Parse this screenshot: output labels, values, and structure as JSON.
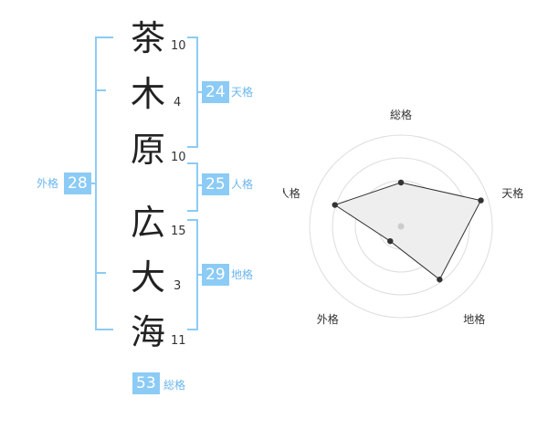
{
  "name": {
    "characters": [
      {
        "char": "茶",
        "strokes": "10"
      },
      {
        "char": "木",
        "strokes": "4"
      },
      {
        "char": "原",
        "strokes": "10"
      },
      {
        "char": "広",
        "strokes": "15"
      },
      {
        "char": "大",
        "strokes": "3"
      },
      {
        "char": "海",
        "strokes": "11"
      }
    ]
  },
  "scores": {
    "tenkaku": {
      "value": "24",
      "label": "天格"
    },
    "jinkaku": {
      "value": "25",
      "label": "人格"
    },
    "chikaku": {
      "value": "29",
      "label": "地格"
    },
    "gaikaku": {
      "value": "28",
      "label": "外格"
    },
    "soukaku": {
      "value": "53",
      "label": "総格"
    }
  },
  "colors": {
    "accent": "#8ccbf5",
    "accent_text": "#6ab6ee",
    "radar_fill": "#eeeeee",
    "radar_line": "#333333",
    "ring": "#dddddd"
  },
  "chart_data": {
    "type": "radar",
    "axes": [
      "総格",
      "天格",
      "地格",
      "外格",
      "人格"
    ],
    "scale": [
      0,
      5
    ],
    "rings": 4,
    "values": [
      2.4,
      4.6,
      3.6,
      1.0,
      3.8
    ]
  }
}
